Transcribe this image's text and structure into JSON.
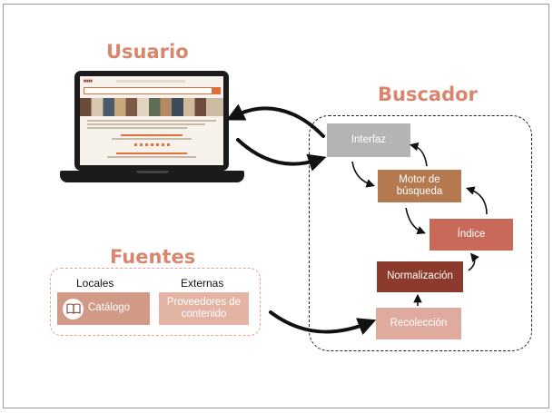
{
  "titles": {
    "usuario": "Usuario",
    "buscador": "Buscador",
    "fuentes": "Fuentes"
  },
  "nodes": {
    "interfaz": "Interfaz",
    "motor": "Motor de búsqueda",
    "indice": "Índice",
    "normalizacion": "Normalización",
    "recoleccion": "Recolección",
    "catalogo": "Catálogo",
    "proveedores": "Proveedores de contenido"
  },
  "sources": {
    "locales": "Locales",
    "externas": "Externas"
  },
  "colors": {
    "title": "#d9866d",
    "interfaz": "#b4b4b4",
    "motor": "#b5794f",
    "indice": "#c9695a",
    "normalizacion": "#8c3a2b",
    "recoleccion": "#e0ab9f",
    "catalogo": "#d19a86",
    "proveedores": "#e3b3a4"
  },
  "icons": {
    "laptop": "laptop-icon",
    "book": "book-icon"
  }
}
